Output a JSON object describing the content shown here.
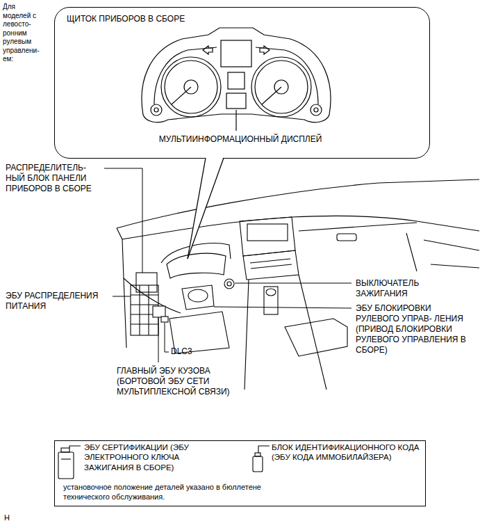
{
  "diagram": {
    "nodes": [
      {
        "text": [
          "ЩИТОК ПРИБОРОВ В СБОРЕ",
          "МУЛЬТИИНФОРМАЦИОННЫЙ ДИСПЛЕЙ"
        ]
      },
      {
        "text": [
          "ЭБУ СЕРТИФИКАЦИИ (ЭБУ ЭЛЕКТРОННОГО КЛЮЧА ЗАЖИГАНИЯ В СБОРЕ)",
          "БЛОК ИДЕНТИФИКАЦИОННОГО КОДА (ЭБУ КОДА ИММОБИЛАЙЗЕРА)",
          "установочное положение деталей указано в бюллетене технического обслуживания."
        ]
      }
    ],
    "labels": [
      "Для моделей с левосто- ронним рулевым управлени- ем:",
      "РАСПРЕДЕЛИТЕЛЬ- НЫЙ БЛОК ПАНЕЛИ ПРИБОРОВ В СБОРЕ",
      "ЭБУ РАСПРЕДЕЛЕНИЯ ПИТАНИЯ",
      "DLC3",
      "ГЛАВНЫЙ ЭБУ КУЗОВА (БОРТОВОЙ ЭБУ СЕТИ МУЛЬТИПЛЕКСНОЙ СВЯЗИ)",
      "ВЫКЛЮЧАТЕЛЬ ЗАЖИГАНИЯ",
      "ЭБУ БЛОКИРОВКИ РУЛЕВОГО УПРАВ- ЛЕНИЯ (ПРИВОД БЛОКИРОВКИ РУЛЕВОГО УПРАВЛЕНИЯ В СБОРЕ)",
      "H"
    ]
  }
}
